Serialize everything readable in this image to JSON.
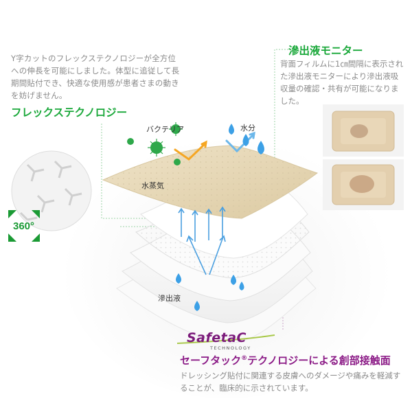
{
  "flex": {
    "description": "Y字カットのフレックステクノロジーが全方位への伸長を可能にしました。体型に追従して長期間貼付でき、快適な使用感が患者さまの動きを妨げません。",
    "title": "フレックステクノロジー",
    "badge": "360°"
  },
  "monitor": {
    "title": "滲出液モニター",
    "description": "背面フィルムに1㎝間隔に表示された滲出液モニターにより滲出液吸収量の確認・共有が可能になりました。"
  },
  "labels": {
    "bacteria": "バクテリア",
    "water": "水分",
    "vapor": "水蒸気",
    "exudate": "滲出液"
  },
  "safetac": {
    "logo": "SafetaC",
    "logo_sub": "TECHNOLOGY",
    "title_pre": "セーフタック",
    "title_mark": "®",
    "title_post": "テクノロジーによる創部接触面",
    "description": "ドレッシング貼付に関連する皮膚へのダメージや痛みを軽減することが、臨床的に示されています。"
  },
  "colors": {
    "green": "#1aa83a",
    "purple": "#8b1a86",
    "gray_text": "#8a8a8a",
    "foam": "#e9dcc0",
    "arrow_blue": "#4a9fe0",
    "arrow_orange": "#f5a623"
  }
}
